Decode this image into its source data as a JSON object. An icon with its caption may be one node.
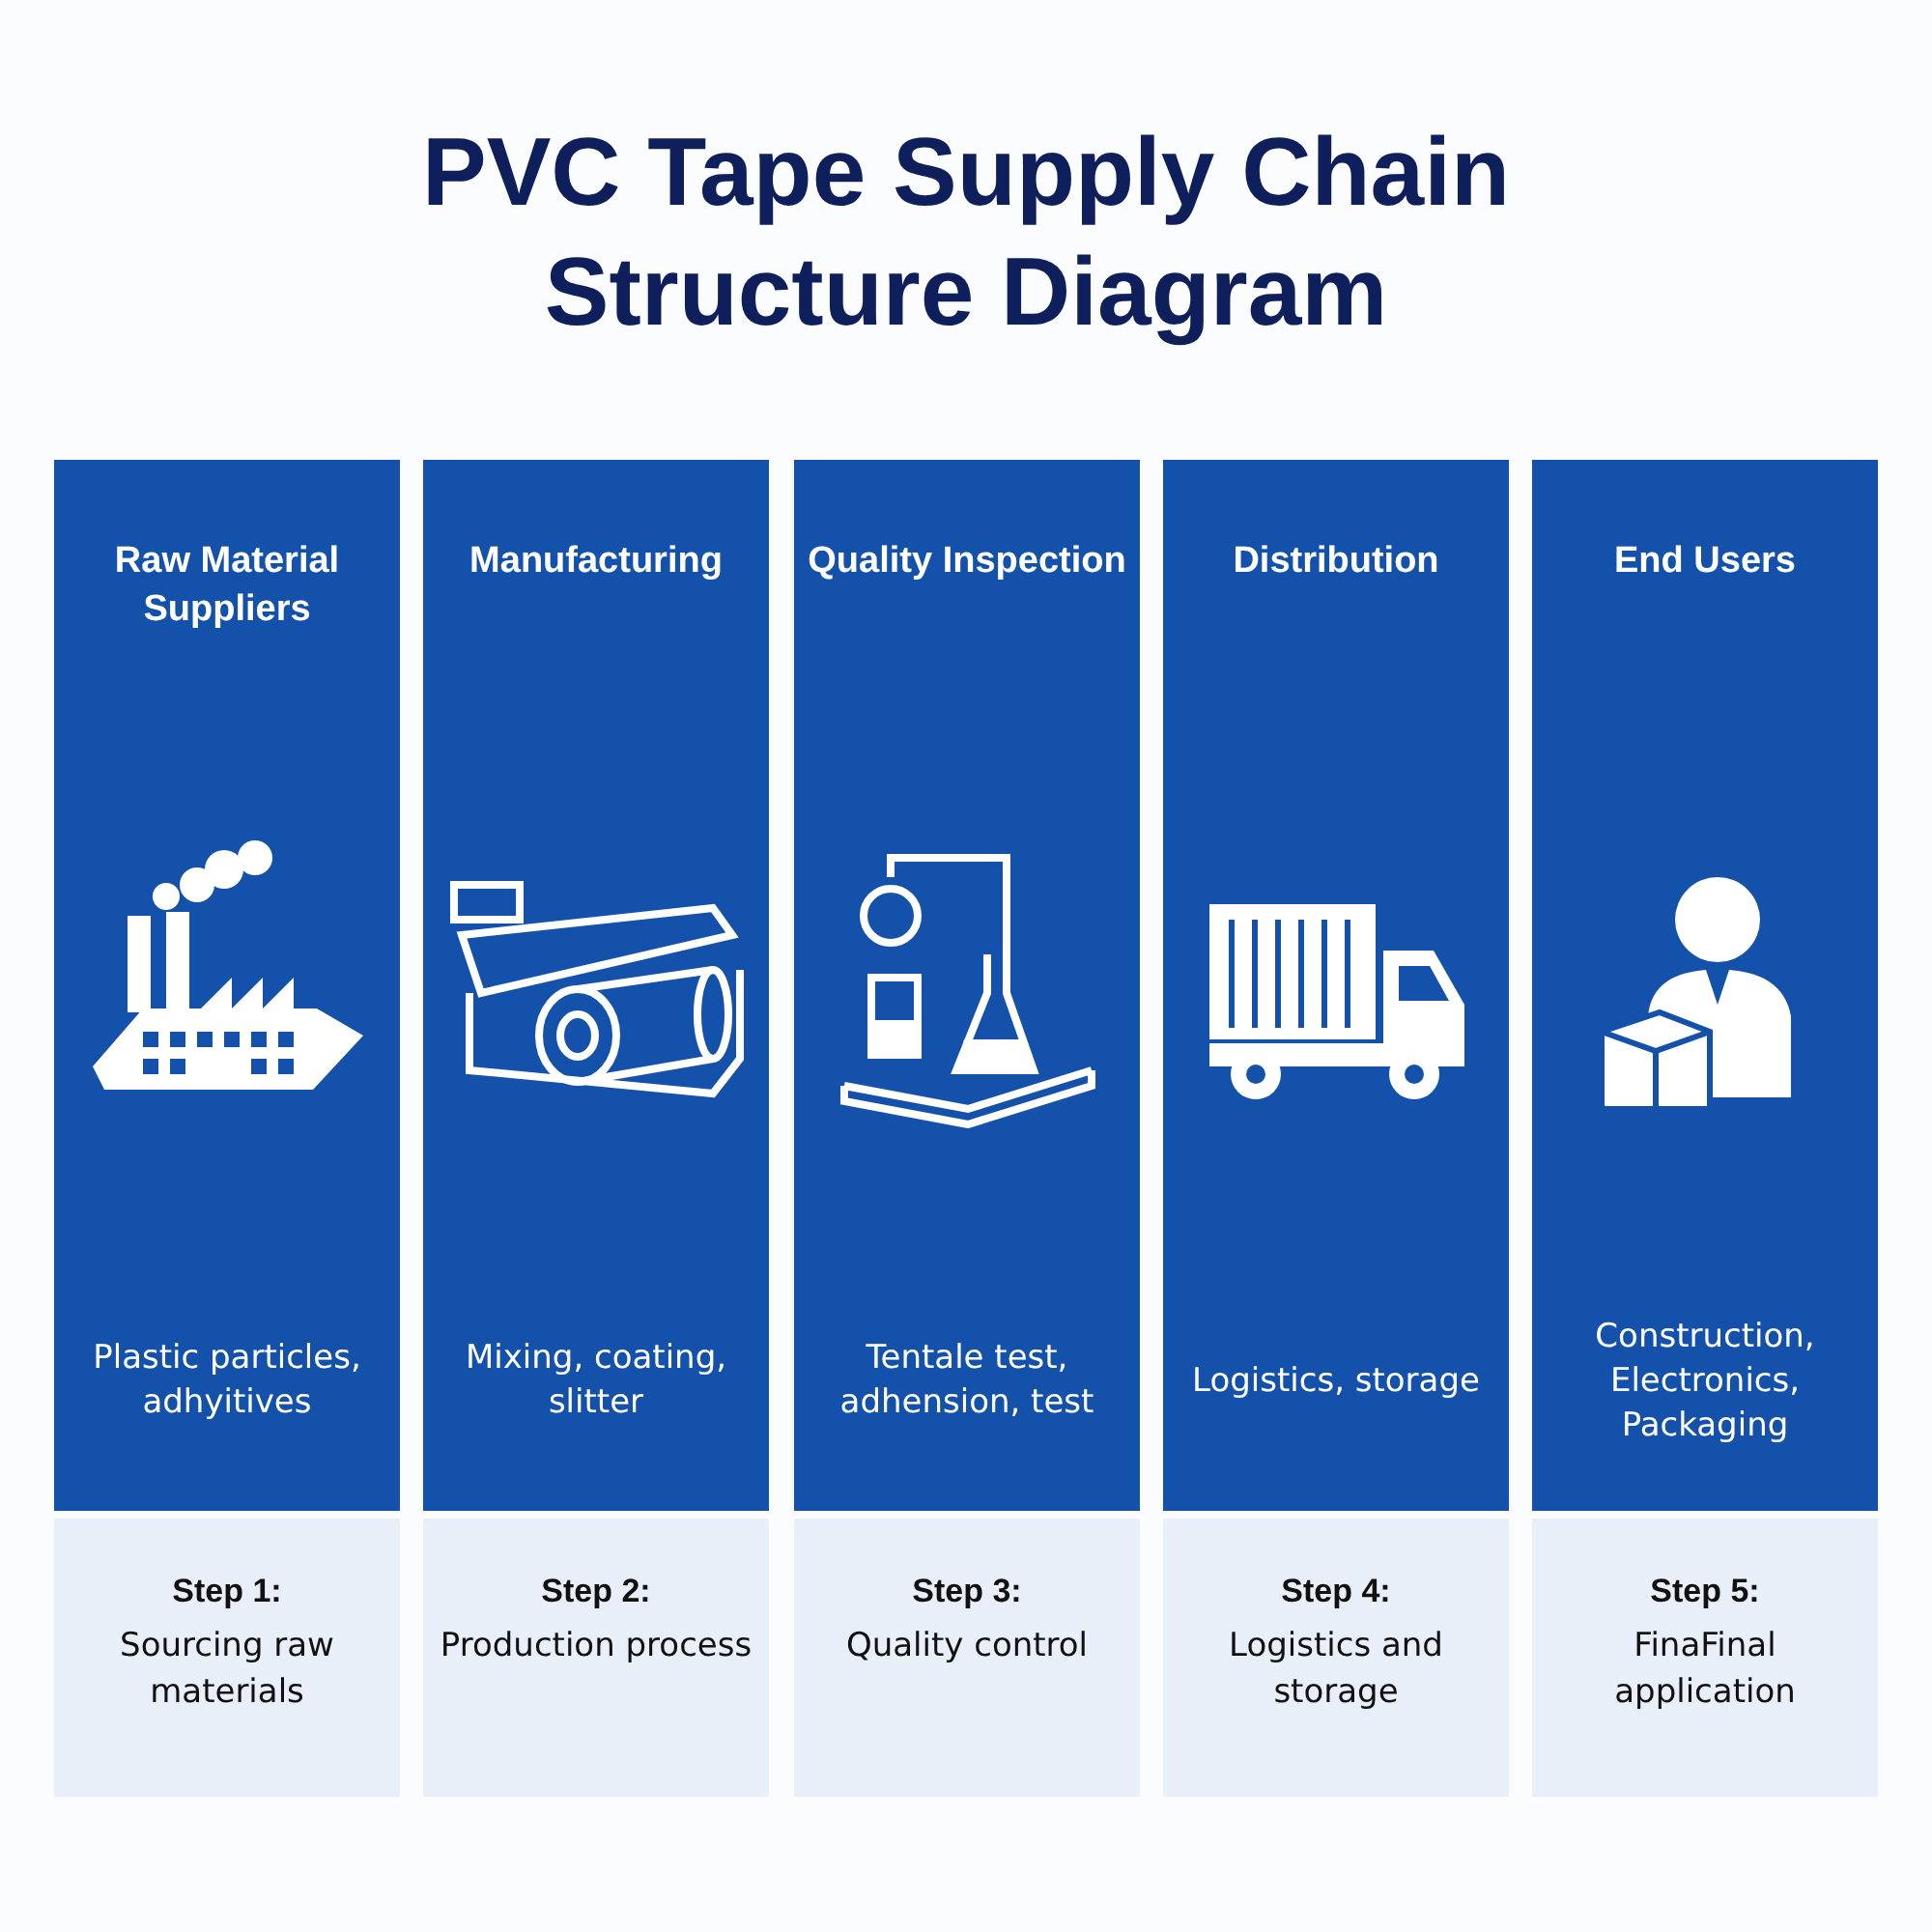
{
  "diagram": {
    "title": "PVC Tape Supply Chain Structure Diagram",
    "nodes": [
      {
        "text": [
          "Raw Material Suppliers",
          "Plastic particles, adhyitives"
        ]
      },
      {
        "text": [
          "Manufacturing",
          "Mixing, coating, slitter"
        ]
      },
      {
        "text": [
          "Quality Inspection",
          "Tentale test, adhension, test"
        ]
      },
      {
        "text": [
          "Distribution",
          "Logistics, storage"
        ]
      },
      {
        "text": [
          "End Users",
          "Construction, Electronics, Packaging"
        ]
      },
      {
        "text": [
          "Step 1:",
          "Sourcing raw materials"
        ]
      },
      {
        "text": [
          "Step 2:",
          "Production process"
        ]
      },
      {
        "text": [
          "Step 3:",
          "Quality control"
        ]
      },
      {
        "text": [
          "Step 4:",
          "Logistics and storage"
        ]
      },
      {
        "text": [
          "Step 5:",
          "FinaFinal application"
        ]
      }
    ],
    "edges": []
  }
}
